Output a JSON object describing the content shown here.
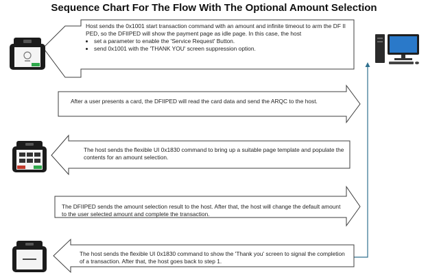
{
  "title": "Sequence Chart For The Flow With The Optional Amount Selection",
  "steps": [
    {
      "direction": "left",
      "text": "Host sends the 0x1001 start transaction command with an amount and infinite timeout to arm the DF II PED, so the DFIIPED will show the payment page as idle page. In this case, the host",
      "bullets": [
        "set a parameter to enable the 'Service Request' Button.",
        "send 0x1001 with the 'THANK YOU' screen suppression option."
      ]
    },
    {
      "direction": "right",
      "text": "After a user presents a card, the DFIIPED will read the card data and send the ARQC to the host."
    },
    {
      "direction": "left",
      "text": "The host sends the flexible UI 0x1830 command to bring up a suitable page template and populate the contents for an amount selection."
    },
    {
      "direction": "right",
      "text": "The DFIIPED sends the amount selection result to the host. After that, the host will change the default amount to the user selected amount and complete the transaction."
    },
    {
      "direction": "left",
      "text": "The host sends the flexible UI 0x1830 command to show the 'Thank you' screen to signal the completion of a transaction. After that, the host goes back to step 1."
    }
  ],
  "devices": {
    "ped_1_icon": "payment-terminal-icon",
    "ped_2_icon": "payment-terminal-amount-icon",
    "ped_3_icon": "payment-terminal-thank-you-icon",
    "host_icon": "desktop-computer-icon"
  },
  "colors": {
    "arrow_stroke": "#3c3c3c",
    "connector": "#2e6f8e",
    "terminal_body": "#1b1b1b",
    "screen": "#f4f4f4",
    "monitor_screen": "#2a79c9"
  }
}
